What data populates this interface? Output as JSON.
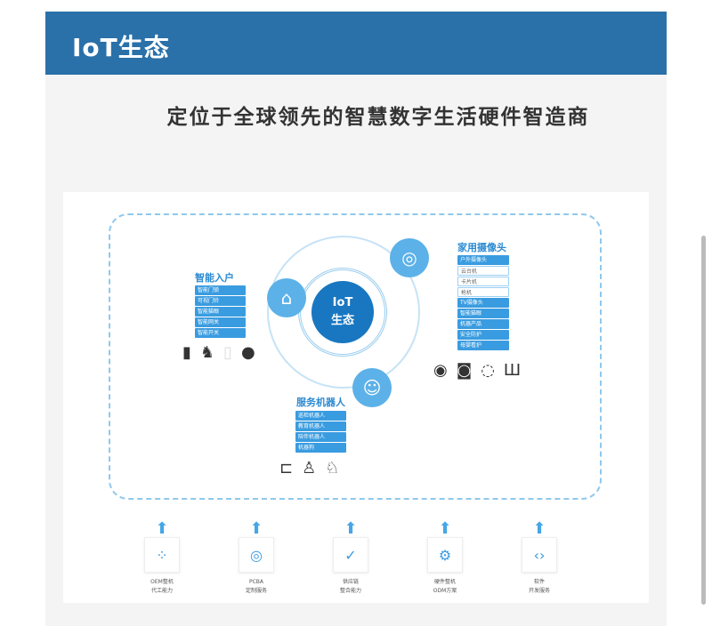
{
  "header": {
    "title": "IoT生态"
  },
  "subtitle": "定位于全球领先的智慧数字生活硬件智造商",
  "diagram": {
    "core": [
      "IoT",
      "生态"
    ],
    "groups": [
      {
        "title": "智能入户",
        "items": [
          "智能门锁",
          "可视门铃",
          "智能猫眼",
          "智能网关",
          "智能开关"
        ]
      },
      {
        "title": "家用摄像头",
        "items": [
          "户外摄像头",
          "云台机",
          "卡片机",
          "枪机",
          "TV摄像头",
          "智能猫眼",
          "机器产品",
          "安全防护",
          "母婴看护"
        ]
      },
      {
        "title": "服务机器人",
        "items": [
          "巡检机器人",
          "教育机器人",
          "陪伴机器人",
          "机器狗"
        ]
      }
    ]
  },
  "features": [
    {
      "line1": "OEM整机",
      "line2": "代工能力",
      "icon": "network-icon"
    },
    {
      "line1": "PCBA",
      "line2": "定制服务",
      "icon": "chip-icon"
    },
    {
      "line1": "供应链",
      "line2": "整合能力",
      "icon": "chain-icon"
    },
    {
      "line1": "硬件整机",
      "line2": "ODM方案",
      "icon": "gear-icon"
    },
    {
      "line1": "软件",
      "line2": "开发服务",
      "icon": "code-icon"
    }
  ]
}
